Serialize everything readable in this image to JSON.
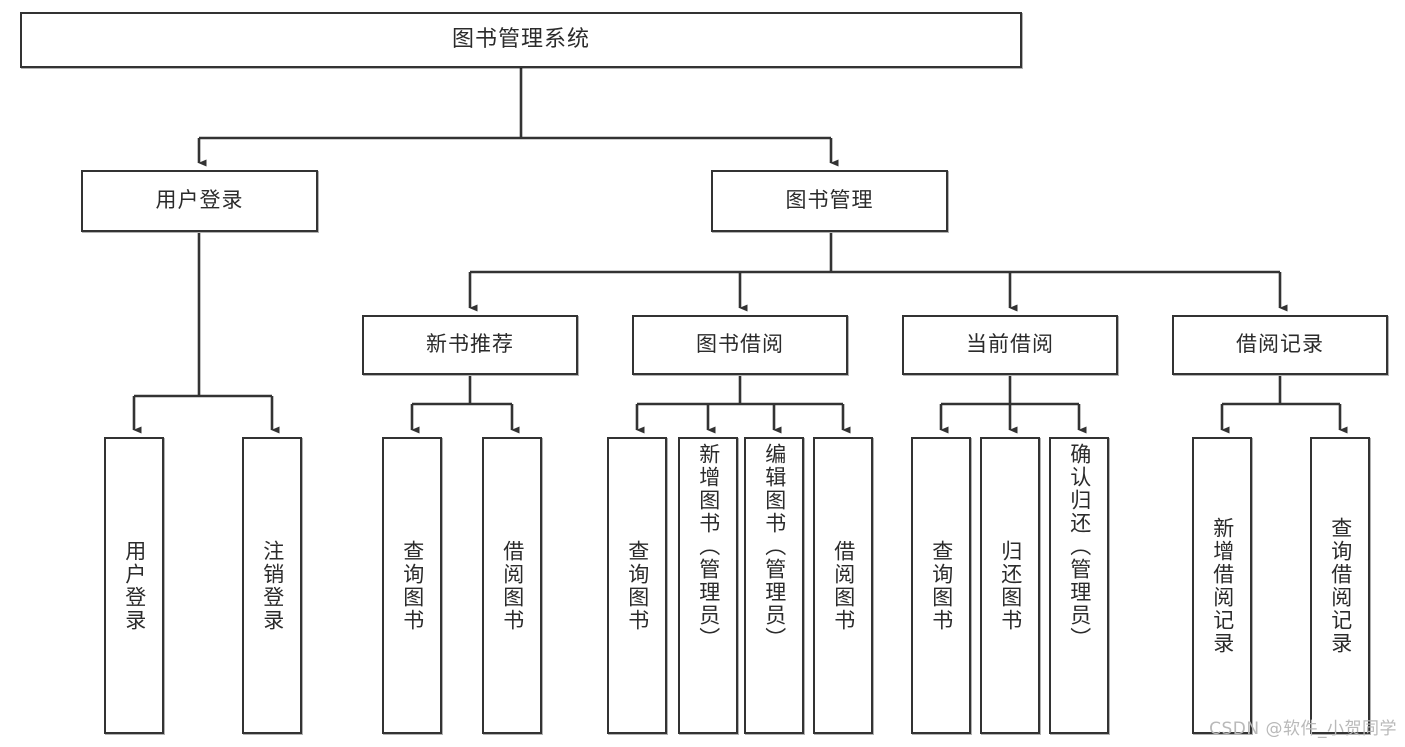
{
  "diagram": {
    "title": "图书管理系统",
    "type": "tree-hierarchy-diagram",
    "watermark": "CSDN @软件_小贺同学",
    "colors": {
      "node_border": "#333333",
      "node_fill": "#ffffff",
      "edge": "#333333",
      "text": "#2b2b2b",
      "watermark": "#b9b9b9",
      "background": "#ffffff"
    },
    "root": {
      "id": "root",
      "label": "图书管理系统"
    },
    "level1": [
      {
        "id": "user-login",
        "label": "用户登录"
      },
      {
        "id": "book-manage",
        "label": "图书管理"
      }
    ],
    "level2": [
      {
        "id": "new-book-rec",
        "label": "新书推荐",
        "parent": "book-manage"
      },
      {
        "id": "book-borrow",
        "label": "图书借阅",
        "parent": "book-manage"
      },
      {
        "id": "current-borrow",
        "label": "当前借阅",
        "parent": "book-manage"
      },
      {
        "id": "borrow-record",
        "label": "借阅记录",
        "parent": "book-manage"
      }
    ],
    "leaves": [
      {
        "id": "leaf-user-login",
        "label": "用户登录",
        "parent": "user-login"
      },
      {
        "id": "leaf-logout",
        "label": "注销登录",
        "parent": "user-login"
      },
      {
        "id": "leaf-query-book-rec",
        "label": "查询图书",
        "parent": "new-book-rec"
      },
      {
        "id": "leaf-borrow-book-rec",
        "label": "借阅图书",
        "parent": "new-book-rec"
      },
      {
        "id": "leaf-query-book-borrow",
        "label": "查询图书",
        "parent": "book-borrow"
      },
      {
        "id": "leaf-add-book",
        "label": "新增图书（管理员）",
        "parent": "book-borrow"
      },
      {
        "id": "leaf-edit-book",
        "label": "编辑图书（管理员）",
        "parent": "book-borrow"
      },
      {
        "id": "leaf-borrow-book",
        "label": "借阅图书",
        "parent": "book-borrow"
      },
      {
        "id": "leaf-query-book-current",
        "label": "查询图书",
        "parent": "current-borrow"
      },
      {
        "id": "leaf-return-book",
        "label": "归还图书",
        "parent": "current-borrow"
      },
      {
        "id": "leaf-confirm-return",
        "label": "确认归还（管理员）",
        "parent": "current-borrow"
      },
      {
        "id": "leaf-add-record",
        "label": "新增借阅记录",
        "parent": "borrow-record"
      },
      {
        "id": "leaf-query-record",
        "label": "查询借阅记录",
        "parent": "borrow-record"
      }
    ]
  }
}
